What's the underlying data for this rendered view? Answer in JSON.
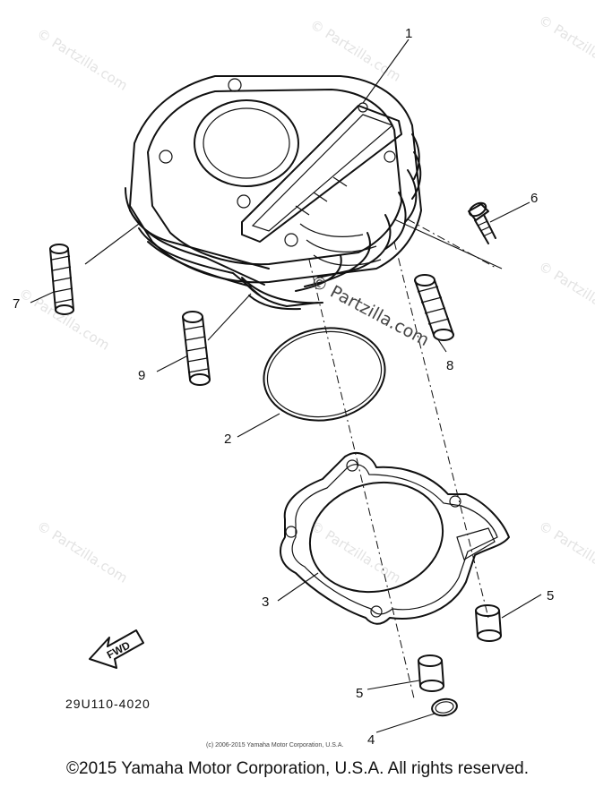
{
  "watermark": {
    "text": "© Partzilla.com",
    "center_text": "© Partzilla.com"
  },
  "callouts": {
    "p1": "1",
    "p2": "2",
    "p3": "3",
    "p4": "4",
    "p5a": "5",
    "p5b": "5",
    "p6": "6",
    "p7": "7",
    "p8": "8",
    "p9": "9"
  },
  "fwd_label": "FWD",
  "diagram_code": "29U110-4020",
  "small_copyright": "(c) 2006-2015 Yamaha Motor Corporation, U.S.A.",
  "footer_copyright": "©2015 Yamaha Motor Corporation, U.S.A. All rights reserved."
}
